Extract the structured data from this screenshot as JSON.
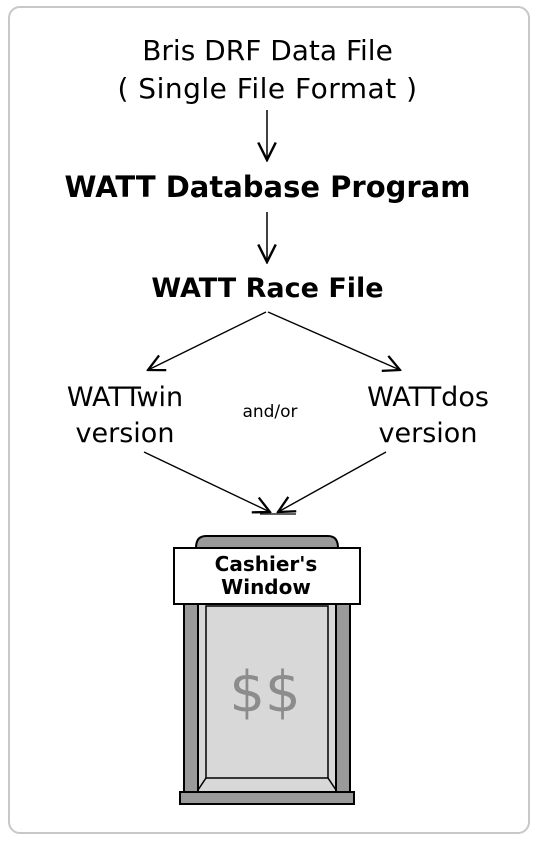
{
  "nodes": {
    "source_title": "Bris DRF Data File",
    "source_subtitle": "( Single File Format )",
    "database": "WATT Database Program",
    "race_file": "WATT Race File",
    "win_version": "WATTwin\nversion",
    "and_or": "and/or",
    "dos_version": "WATTdos\nversion",
    "cashier": "Cashier's\nWindow",
    "money": "$$"
  },
  "colors": {
    "frame": "#c8c8c8",
    "window_body": "#d8d8d8",
    "window_dark": "#9a9a9a",
    "money": "#8c8c8c"
  }
}
